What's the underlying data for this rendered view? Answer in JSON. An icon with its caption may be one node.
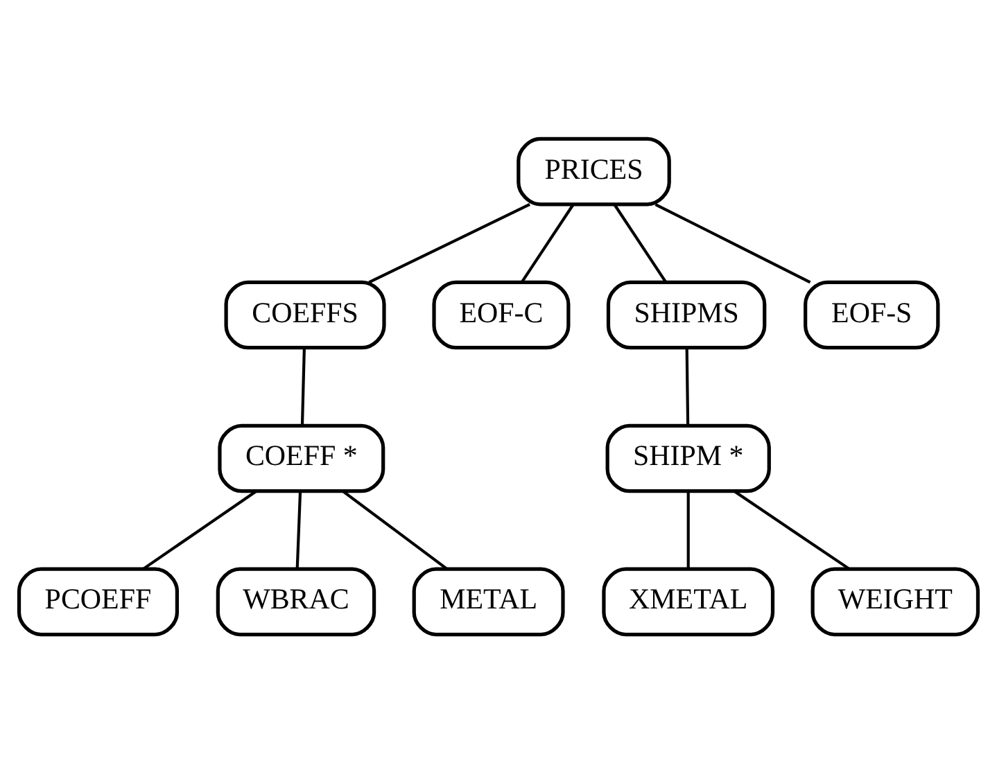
{
  "diagram": {
    "nodes": [
      {
        "text": [
          "PRICES"
        ]
      },
      {
        "text": [
          "COEFFS"
        ]
      },
      {
        "text": [
          "EOF-C"
        ]
      },
      {
        "text": [
          "SHIPMS"
        ]
      },
      {
        "text": [
          "EOF-S"
        ]
      },
      {
        "text": [
          "COEFF *"
        ]
      },
      {
        "text": [
          "SHIPM *"
        ]
      },
      {
        "text": [
          "PCOEFF"
        ]
      },
      {
        "text": [
          "WBRAC"
        ]
      },
      {
        "text": [
          "METAL"
        ]
      },
      {
        "text": [
          "XMETAL"
        ]
      },
      {
        "text": [
          "WEIGHT"
        ]
      }
    ],
    "edges": [
      {
        "from": 0,
        "to": 1,
        "arrow": "none"
      },
      {
        "from": 0,
        "to": 2,
        "arrow": "none"
      },
      {
        "from": 0,
        "to": 3,
        "arrow": "none"
      },
      {
        "from": 0,
        "to": 4,
        "arrow": "none"
      },
      {
        "from": 1,
        "to": 5,
        "arrow": "none"
      },
      {
        "from": 3,
        "to": 6,
        "arrow": "none"
      },
      {
        "from": 5,
        "to": 9,
        "arrow": "none"
      },
      {
        "from": 5,
        "to": 8,
        "arrow": "none"
      },
      {
        "from": 5,
        "to": 7,
        "arrow": "none"
      },
      {
        "from": 6,
        "to": 10,
        "arrow": "none"
      },
      {
        "from": 6,
        "to": 11,
        "arrow": "none"
      }
    ]
  }
}
